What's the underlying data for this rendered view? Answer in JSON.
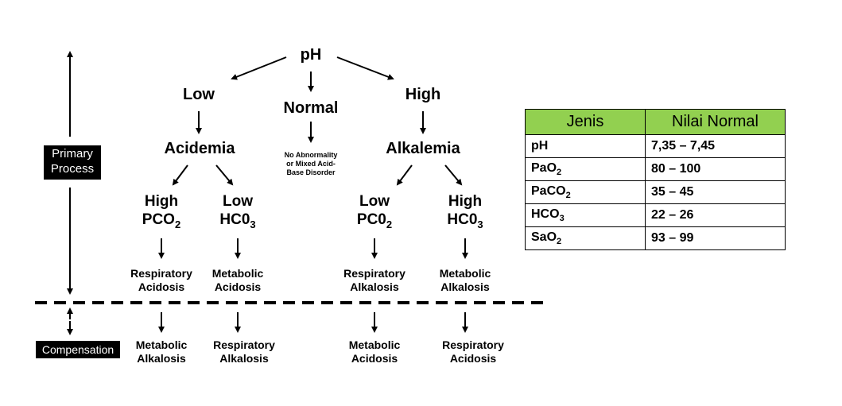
{
  "flowchart": {
    "root": "pH",
    "low": "Low",
    "normal": "Normal",
    "high": "High",
    "acidemia": "Acidemia",
    "alkalemia": "Alkalemia",
    "no_abnormality": [
      "No Abnormality",
      "or Mixed Acid-",
      "Base Disorder"
    ],
    "high_pco2": [
      "High",
      "PCO2"
    ],
    "low_hco3": [
      "Low",
      "HC03"
    ],
    "low_pco2": [
      "Low",
      "PC02"
    ],
    "high_hco3": [
      "High",
      "HC03"
    ],
    "primary": [
      [
        "Respiratory",
        "Acidosis"
      ],
      [
        "Metabolic",
        "Acidosis"
      ],
      [
        "Respiratory",
        "Alkalosis"
      ],
      [
        "Metabolic",
        "Alkalosis"
      ]
    ],
    "compensation": [
      [
        "Metabolic",
        "Alkalosis"
      ],
      [
        "Respiratory",
        "Alkalosis"
      ],
      [
        "Metabolic",
        "Acidosis"
      ],
      [
        "Respiratory",
        "Acidosis"
      ]
    ],
    "primary_process_label": [
      "Primary",
      "Process"
    ],
    "compensation_label": "Compensation"
  },
  "normal_values_table": {
    "headers": [
      "Jenis",
      "Nilai Normal"
    ],
    "rows": [
      [
        "pH",
        "7,35 – 7,45"
      ],
      [
        "PaO2",
        "80 – 100"
      ],
      [
        "PaCO2",
        "35 – 45"
      ],
      [
        "HCO3",
        "22 – 26"
      ],
      [
        "SaO2",
        "93 – 99"
      ]
    ],
    "header_color": "#92d050"
  }
}
